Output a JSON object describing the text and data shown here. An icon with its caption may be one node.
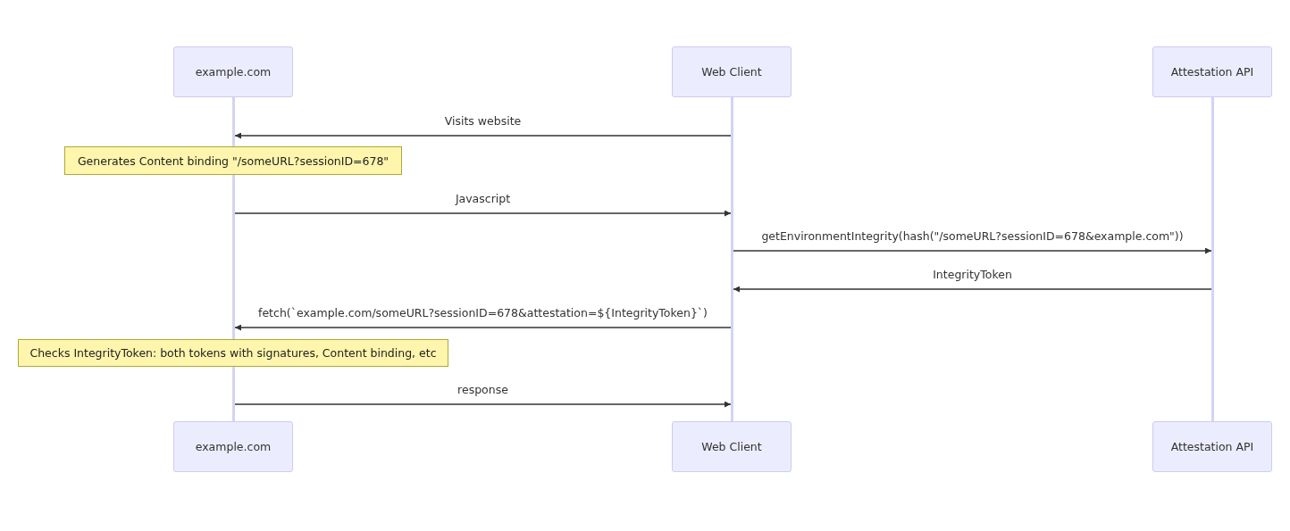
{
  "diagram": {
    "nodes": [
      {
        "text": [
          "example.com"
        ]
      },
      {
        "text": [
          "Web Client"
        ]
      },
      {
        "text": [
          "Attestation API"
        ]
      },
      {
        "text": [],
        "shape": "bar"
      },
      {
        "text": [],
        "shape": "bar"
      },
      {
        "text": [],
        "shape": "bar"
      },
      {
        "text": [],
        "shape": "bar"
      },
      {
        "text": [],
        "shape": "bar"
      },
      {
        "text": [
          "example.com"
        ]
      },
      {
        "text": [
          "Web Client"
        ]
      },
      {
        "text": [
          "Attestation API"
        ]
      },
      {
        "text": [
          "Generates Content binding \"/someURL?sessionID=678\""
        ]
      },
      {
        "text": [
          "Checks IntegrityToken: both tokens with signatures, Content binding, etc"
        ]
      }
    ],
    "edges": [
      {
        "from": 6,
        "to": 3,
        "arrow": "to",
        "label": "Visits website"
      },
      {
        "from": 4,
        "to": 6,
        "arrow": "to",
        "label": "Javascript"
      },
      {
        "from": 6,
        "to": 7,
        "arrow": "to",
        "label": "getEnvironmentIntegrity(hash(\"/someURL?sessionID=678&example.com\"))"
      },
      {
        "from": 7,
        "to": 6,
        "arrow": "to",
        "label": "IntegrityToken"
      },
      {
        "from": 6,
        "to": 4,
        "arrow": "to",
        "label": "fetch(`example.com/someURL?sessionID=678&attestation=${IntegrityToken}`)"
      },
      {
        "from": 5,
        "to": 6,
        "arrow": "to",
        "label": "response"
      }
    ]
  }
}
